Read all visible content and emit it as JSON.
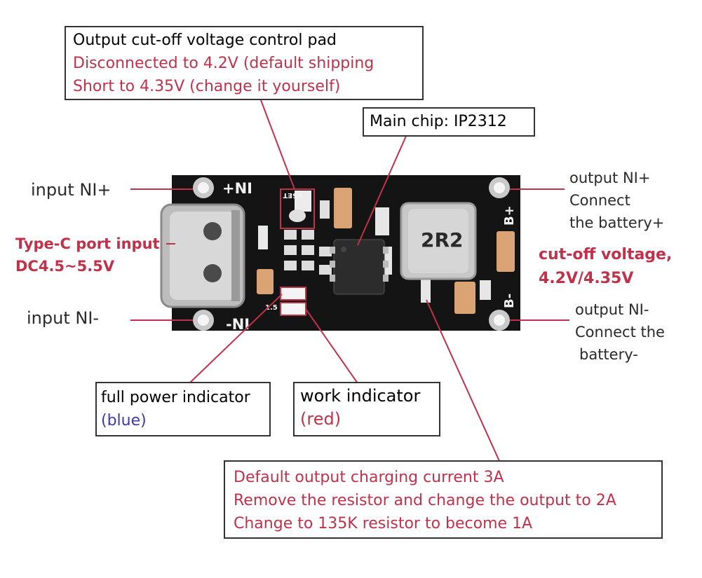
{
  "boxes": {
    "cutoff_pad": {
      "title": "Output cut-off voltage control pad",
      "line2": "Disconnected to 4.2V (default shipping",
      "line3": "Short to 4.35V (change it yourself)"
    },
    "main_chip": {
      "label": "Main chip: IP2312"
    },
    "full_power": {
      "line1": "full power indicator",
      "line2": "(blue)"
    },
    "work": {
      "line1": "work indicator",
      "line2": "(red)"
    },
    "current": {
      "line1": "Default output charging current 3A",
      "line2": "Remove the resistor and change the output to 2A",
      "line3": "Change to 135K resistor to become 1A"
    }
  },
  "labels": {
    "input_pos": "input NI+",
    "input_neg": "input NI-",
    "typec_1": "Type-C port input",
    "typec_2": "DC4.5~5.5V",
    "out_pos_1": "output NI+",
    "out_pos_2": "Connect",
    "out_pos_3": "the battery+",
    "cutoff_1": "cut-off voltage,",
    "cutoff_2": "4.2V/4.35V",
    "out_neg_1": "output NI-",
    "out_neg_2": "Connect the",
    "out_neg_3": "battery-"
  },
  "board": {
    "pin_pos": "+NI",
    "pin_neg": "-NI",
    "bat_pos": "B+",
    "bat_neg": "B-",
    "vset": "VSET",
    "inductor": "2R2",
    "small_mark": "1.5"
  },
  "colors": {
    "board": "#141414",
    "accent_red": "#c0324a",
    "accent_blue": "#3a3ab0",
    "leader_line": "#c0324a"
  }
}
